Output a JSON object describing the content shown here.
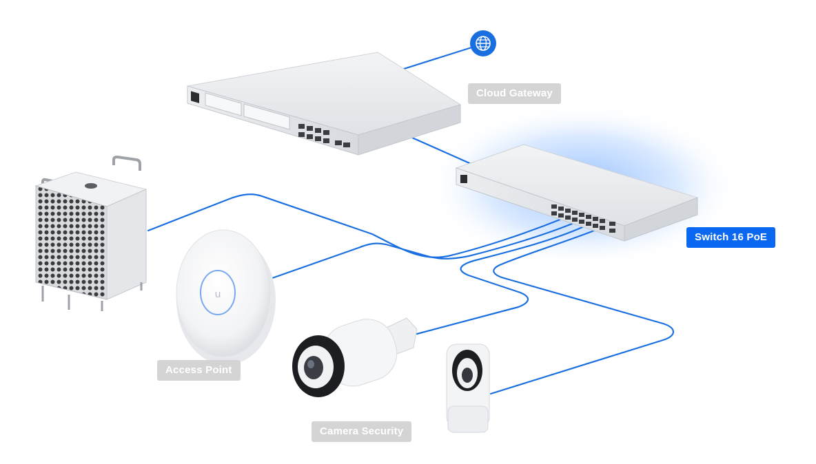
{
  "colors": {
    "cable": "#1a6fe0",
    "accent": "#0a67f2",
    "label_muted": "#d4d4d4",
    "device_body": "#e9ebee",
    "device_dark": "#c9ccd1"
  },
  "internet_icon": "globe-icon",
  "labels": {
    "cloud_gateway": "Cloud Gateway",
    "switch": "Switch 16 PoE",
    "access_point": "Access Point",
    "camera_security": "Camera Security"
  },
  "highlighted_device": "switch"
}
